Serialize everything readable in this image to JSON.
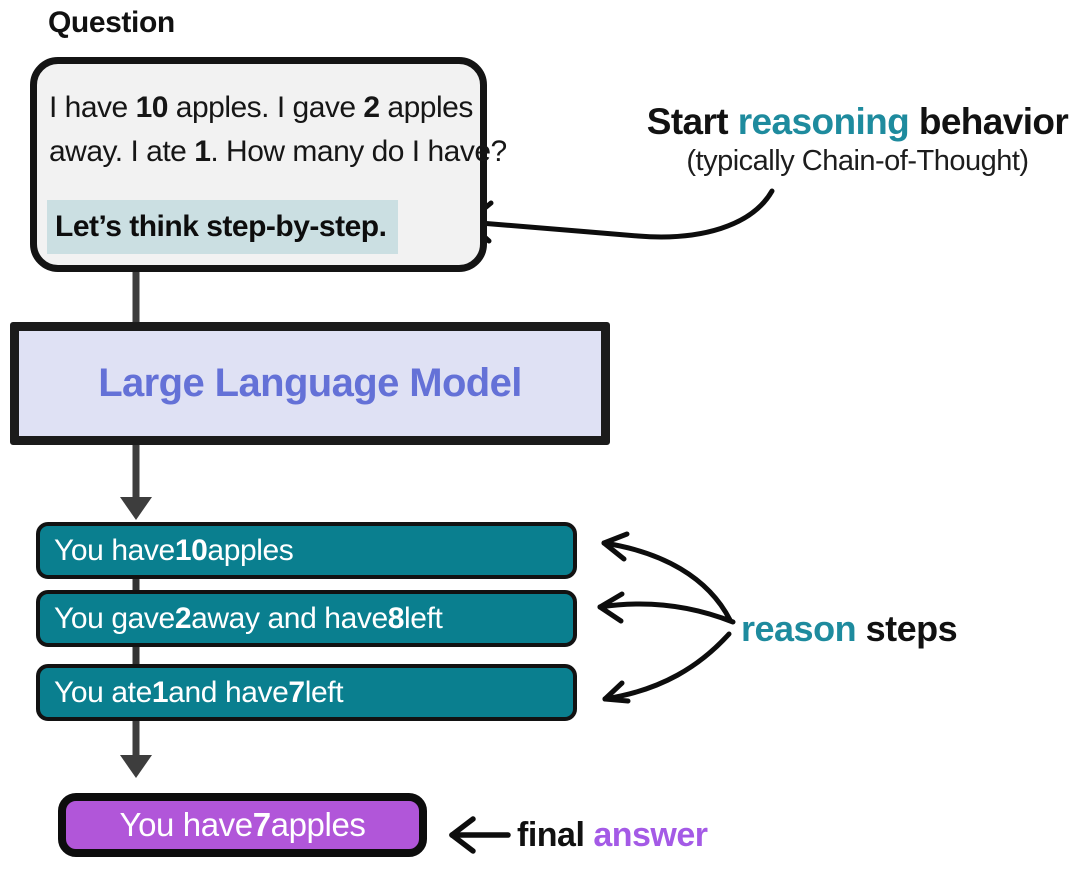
{
  "question": {
    "label": "Question",
    "line1": {
      "t1": "I have ",
      "b1": "10",
      "t2": " apples. I gave ",
      "b2": "2",
      "t3": " apples"
    },
    "line2": {
      "t1": "away. I ate ",
      "b1": "1",
      "t2": ". How many do I have?"
    },
    "highlight": "Let’s think step-by-step."
  },
  "annotations": {
    "reasoning": {
      "pre": "Start ",
      "accent": "reasoning",
      "post": " behavior",
      "sub": "(typically Chain-of-Thought)"
    },
    "reason_steps": {
      "accent": "reason",
      "post": " steps"
    },
    "final_answer": {
      "pre": "final ",
      "accent": "answer"
    }
  },
  "llm": {
    "label": "Large Language Model"
  },
  "steps": [
    {
      "t1": "You have ",
      "b1": "10",
      "t2": " apples"
    },
    {
      "t1": "You gave ",
      "b1": "2",
      "t2": " away and have ",
      "b2": "8",
      "t3": " left"
    },
    {
      "t1": "You ate ",
      "b1": "1",
      "t2": " and have ",
      "b2": "7",
      "t3": " left"
    }
  ],
  "answer": {
    "t1": "You have ",
    "b1": "7",
    "t2": " apples"
  },
  "colors": {
    "accent_teal": "#1E8B9E",
    "step_box_fill": "#0A7F8F",
    "llm_box_fill": "#DFE1F4",
    "llm_text": "#6471D7",
    "answer_box_fill": "#B156D9",
    "accent_purple": "#A45AE6",
    "highlight_fill": "#CBDFE2",
    "flow_arrow": "#3D3D3D",
    "annotation_arrow": "#0D0D0D"
  }
}
